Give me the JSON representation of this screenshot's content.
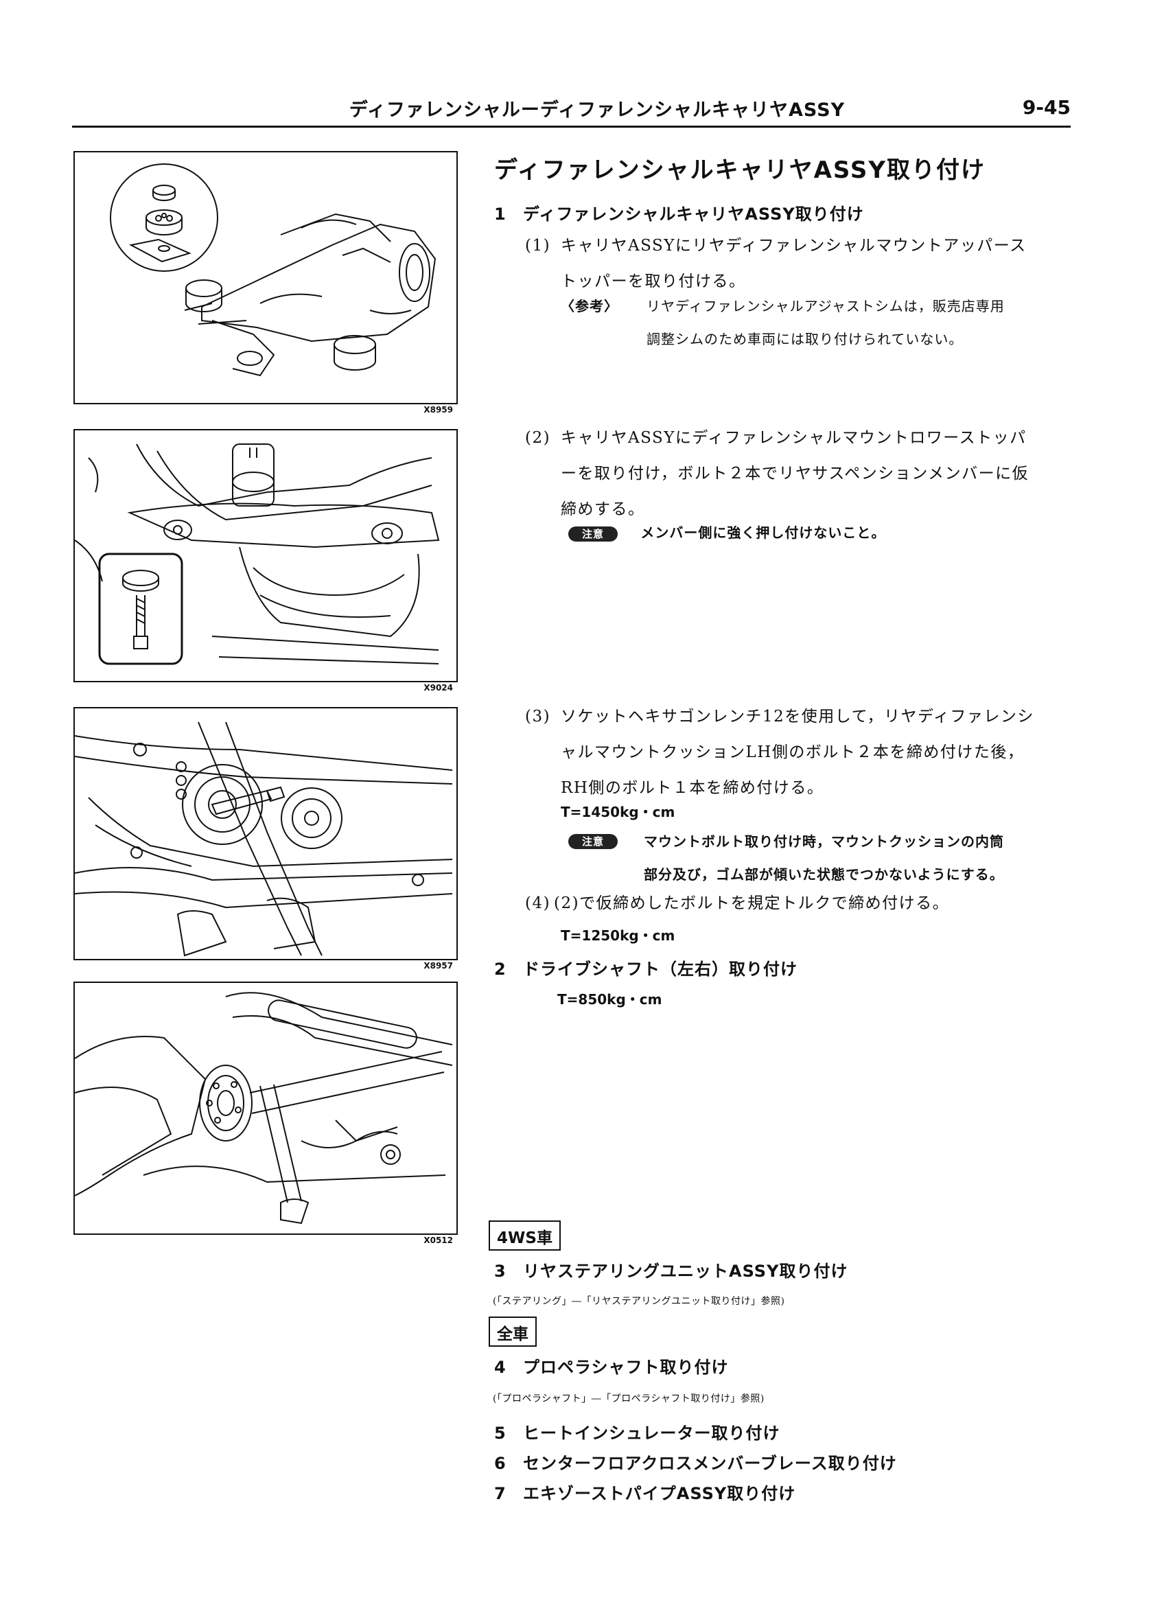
{
  "header": {
    "title": "ディファレンシャルーディファレンシャルキャリヤASSY",
    "page": "9-45"
  },
  "figures": [
    {
      "code": "X8959"
    },
    {
      "code": "X9024"
    },
    {
      "code": "X8957"
    },
    {
      "code": "X0512"
    }
  ],
  "section_title": "ディファレンシャルキャリヤASSY取り付け",
  "step1": {
    "num": "1",
    "title": "ディファレンシャルキャリヤASSY取り付け",
    "sub1": {
      "num": "(1)",
      "lines": [
        "キャリヤASSYにリヤディファレンシャルマウントアッパース",
        "トッパーを取り付ける。"
      ],
      "ref_label": "〈参考〉",
      "ref_lines": [
        "リヤディファレンシャルアジャストシムは，販売店専用",
        "調整シムのため車両には取り付けられていない。"
      ]
    },
    "sub2": {
      "num": "(2)",
      "lines": [
        "キャリヤASSYにディファレンシャルマウントロワーストッパ",
        "ーを取り付け，ボルト２本でリヤサスペンションメンバーに仮",
        "締めする。"
      ],
      "caution_label": "注意",
      "caution_text": "メンバー側に強く押し付けないこと。"
    },
    "sub3": {
      "num": "(3)",
      "lines": [
        "ソケットヘキサゴンレンチ12を使用して，リヤディファレンシ",
        "ャルマウントクッションLH側のボルト２本を締め付けた後，",
        "RH側のボルト１本を締め付ける。"
      ],
      "torque": "T=1450kg・cm",
      "caution_label": "注意",
      "caution_lines": [
        "マウントボルト取り付け時，マウントクッションの内筒",
        "部分及び，ゴム部が傾いた状態でつかないようにする。"
      ]
    },
    "sub4": {
      "num": "(4)",
      "text": "(2)で仮締めしたボルトを規定トルクで締め付ける。",
      "torque": "T=1250kg・cm"
    }
  },
  "step2": {
    "num": "2",
    "title": "ドライブシャフト（左右）取り付け",
    "torque": "T=850kg・cm"
  },
  "box_4ws": "4WS車",
  "step3": {
    "num": "3",
    "title": "リヤステアリングユニットASSY取り付け",
    "ref": "(「ステアリング」―「リヤステアリングユニット取り付け」参照)"
  },
  "box_all": "全車",
  "step4": {
    "num": "4",
    "title": "プロペラシャフト取り付け",
    "ref": "(「プロペラシャフト」―「プロペラシャフト取り付け」参照)"
  },
  "step5": {
    "num": "5",
    "title": "ヒートインシュレーター取り付け"
  },
  "step6": {
    "num": "6",
    "title": "センターフロアクロスメンバーブレース取り付け"
  },
  "step7": {
    "num": "7",
    "title": "エキゾーストパイプASSY取り付け"
  }
}
